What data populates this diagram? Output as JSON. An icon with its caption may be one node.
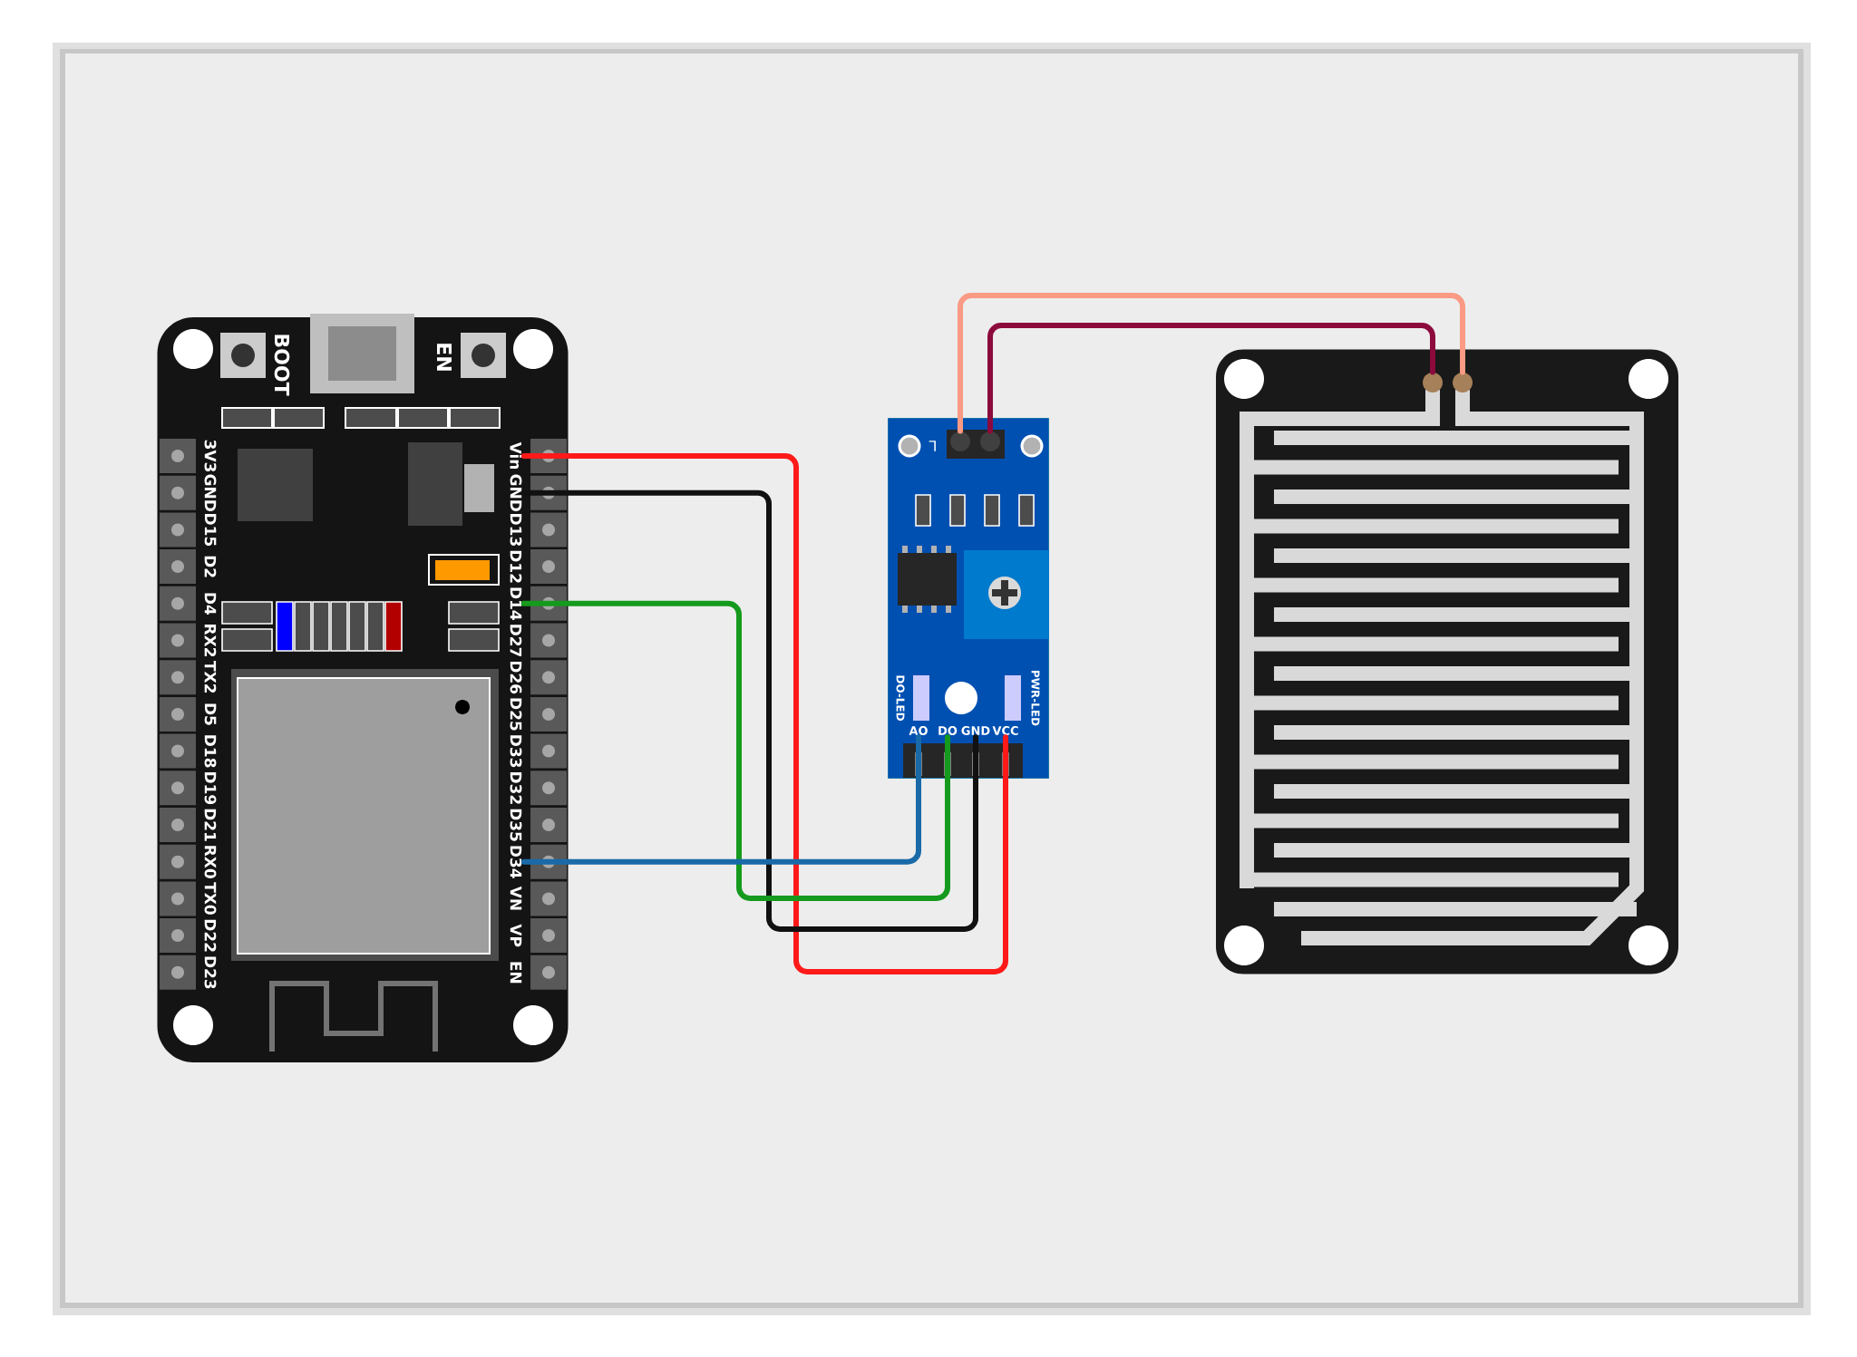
{
  "diagram": {
    "nodes": [
      {
        "text": [],
        "shape": "picture"
      },
      {
        "text": [
          "3V3"
        ],
        "in": 0
      },
      {
        "text": [
          "GND"
        ],
        "in": 0
      },
      {
        "text": [
          "D15"
        ],
        "in": 0
      },
      {
        "text": [
          "D2"
        ],
        "in": 0
      },
      {
        "text": [
          "D4"
        ],
        "in": 0
      },
      {
        "text": [
          "RX2"
        ],
        "in": 0
      },
      {
        "text": [
          "TX2"
        ],
        "in": 0
      },
      {
        "text": [
          "D5"
        ],
        "in": 0
      },
      {
        "text": [
          "D18"
        ],
        "in": 0
      },
      {
        "text": [
          "D19"
        ],
        "in": 0
      },
      {
        "text": [
          "D21"
        ],
        "in": 0
      },
      {
        "text": [
          "RX0"
        ],
        "in": 0
      },
      {
        "text": [
          "TX0"
        ],
        "in": 0
      },
      {
        "text": [
          "D22"
        ],
        "in": 0
      },
      {
        "text": [
          "D23"
        ],
        "in": 0
      },
      {
        "text": [
          "Vin"
        ],
        "in": 0
      },
      {
        "text": [
          "GND"
        ],
        "in": 0
      },
      {
        "text": [
          "D13"
        ],
        "in": 0
      },
      {
        "text": [
          "D12"
        ],
        "in": 0
      },
      {
        "text": [
          "D14"
        ],
        "in": 0
      },
      {
        "text": [
          "D27"
        ],
        "in": 0
      },
      {
        "text": [
          "D26"
        ],
        "in": 0
      },
      {
        "text": [
          "D25"
        ],
        "in": 0
      },
      {
        "text": [
          "D33"
        ],
        "in": 0
      },
      {
        "text": [
          "D32"
        ],
        "in": 0
      },
      {
        "text": [
          "D35"
        ],
        "in": 0
      },
      {
        "text": [
          "D34"
        ],
        "in": 0
      },
      {
        "text": [
          "VN"
        ],
        "in": 0
      },
      {
        "text": [
          "VP"
        ],
        "in": 0
      },
      {
        "text": [
          "EN"
        ],
        "in": 0
      },
      {
        "text": [],
        "shape": "picture"
      },
      {
        "text": [
          "AO"
        ],
        "in": 31
      },
      {
        "text": [
          "DO"
        ],
        "in": 31
      },
      {
        "text": [
          "GND"
        ],
        "in": 31
      },
      {
        "text": [
          "VCC"
        ],
        "in": 31
      },
      {
        "text": [],
        "shape": "circle",
        "in": 31
      },
      {
        "text": [],
        "shape": "circle",
        "in": 31
      },
      {
        "text": [],
        "shape": "picture"
      },
      {
        "text": [],
        "shape": "circle",
        "in": 38
      },
      {
        "text": [],
        "shape": "circle",
        "in": 38
      }
    ],
    "edges": [
      {
        "from": 16,
        "to": 35,
        "arrow": "none",
        "color": "#ff1a1a"
      },
      {
        "from": 17,
        "to": 34,
        "arrow": "none",
        "color": "#111111"
      },
      {
        "from": 20,
        "to": 33,
        "arrow": "none",
        "color": "#159a1e"
      },
      {
        "from": 27,
        "to": 32,
        "arrow": "none",
        "color": "#1a6aa8"
      },
      {
        "from": 36,
        "to": 40,
        "arrow": "none",
        "color": "#fa9a84"
      },
      {
        "from": 37,
        "to": 39,
        "arrow": "none",
        "color": "#8c0a3c"
      }
    ],
    "labels": [
      "BOOT",
      "EN",
      "L",
      "DO-LED",
      "PWR-LED"
    ]
  }
}
